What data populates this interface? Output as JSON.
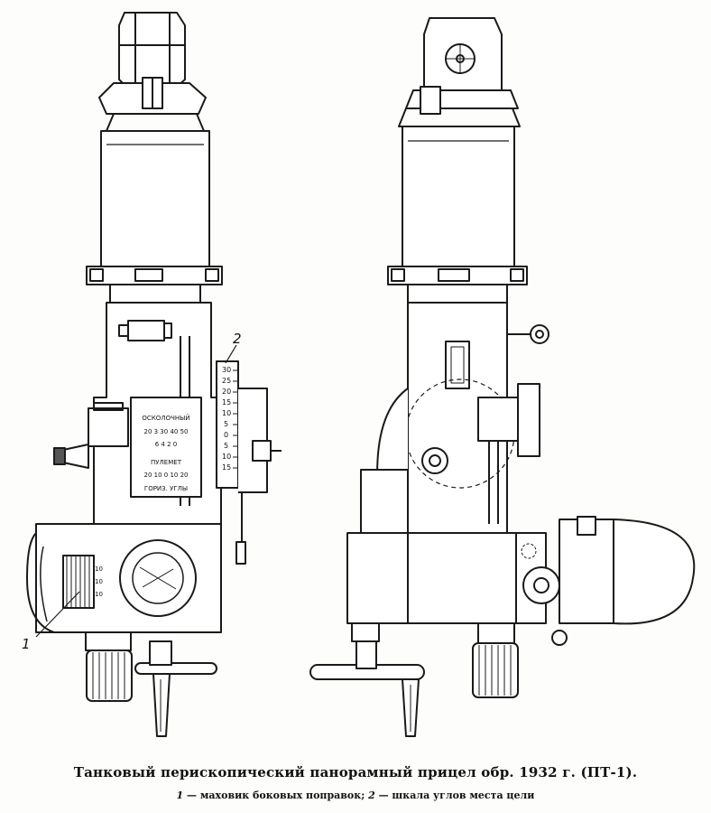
{
  "figure": {
    "callouts": {
      "one": "1",
      "two": "2"
    },
    "scale_numbers": [
      "30",
      "25",
      "20",
      "15",
      "10",
      "5",
      "0",
      "5",
      "10",
      "15"
    ],
    "plate": {
      "top": "ОСКОЛОЧНЫЙ",
      "row1": "20 3 30 40 50",
      "row2": "6 4 2 0",
      "mid": "ПУЛЕМЕТ",
      "row3": "20 10 0 10 20",
      "bottom": "ГОРИЗ. УГЛЫ"
    },
    "drum_numbers": [
      "10",
      "10",
      "10"
    ]
  },
  "caption": {
    "title": "Танковый перископический панорамный прицел обр. 1932 г. (ПТ-1).",
    "legend": {
      "n1": "1",
      "t1": " — маховик боковых поправок; ",
      "n2": "2",
      "t2": " — шкала углов  места цели"
    }
  }
}
